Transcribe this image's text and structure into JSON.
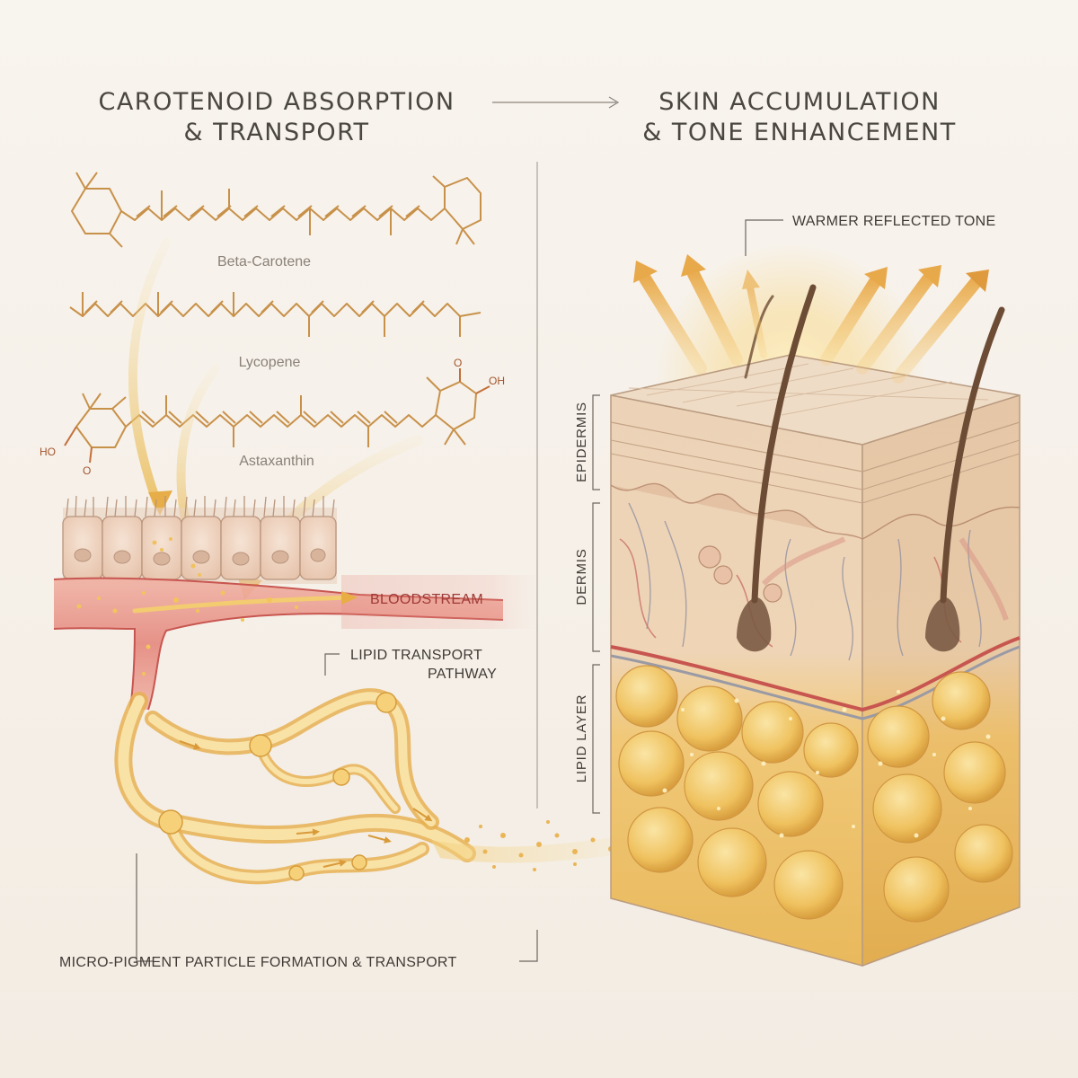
{
  "titles": {
    "left_line1": "CAROTENOID ABSORPTION",
    "left_line2": "& TRANSPORT",
    "right_line1": "SKIN ACCUMULATION",
    "right_line2": "& TONE ENHANCEMENT"
  },
  "molecules": {
    "beta_carotene": "Beta-Carotene",
    "lycopene": "Lycopene",
    "astaxanthin": "Astaxanthin",
    "hydroxyl": "OH",
    "hydroxyl_left": "HO",
    "oxygen": "O"
  },
  "callouts": {
    "bloodstream": "BLOODSTREAM",
    "lipid_transport_line1": "LIPID TRANSPORT",
    "lipid_transport_line2": "PATHWAY",
    "micro_pigment": "MICRO-PIGMENT PARTICLE FORMATION & TRANSPORT",
    "warmer_tone": "WARMER REFLECTED TONE"
  },
  "layers": {
    "epidermis": "EPIDERMIS",
    "dermis": "DERMIS",
    "lipid_layer": "LIPID LAYER"
  },
  "colors": {
    "background": "#f6f1ea",
    "carotenoid_gold": "#e8b84e",
    "blood_red": "#d9706a",
    "skin_tone": "#e9c8a6",
    "text_dark": "#4a4640"
  }
}
